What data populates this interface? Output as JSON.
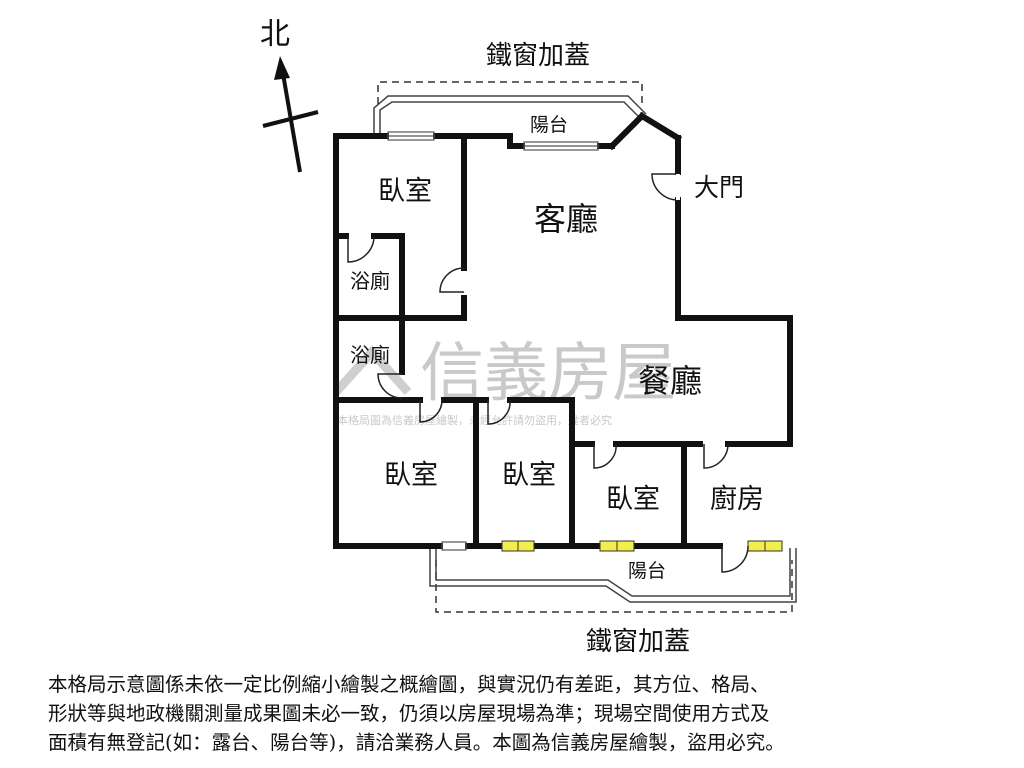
{
  "north_label": "北",
  "labels": {
    "cover_top": "鐵窗加蓋",
    "cover_bottom": "鐵窗加蓋",
    "balcony_top": "陽台",
    "balcony_bottom": "陽台",
    "main_door": "大門",
    "living_room": "客廳",
    "dining_room": "餐廳",
    "bedroom_nw": "臥室",
    "bath_upper": "浴廁",
    "bath_lower": "浴廁",
    "bedroom_sw": "臥室",
    "bedroom_s": "臥室",
    "bedroom_se": "臥室",
    "kitchen": "廚房"
  },
  "watermark": {
    "brand": "信義房屋",
    "notice": "本格局圖為信義房屋繪製，未經允許請勿盜用，違者必究"
  },
  "disclaimer": [
    "本格局示意圖係未依一定比例縮小繪製之概繪圖，與實況仍有差距，其方位、格局、",
    "形狀等與地政機關測量成果圖未必一致，仍須以房屋現場為準；現場空間使用方式及",
    "面積有無登記(如：露台、陽台等)，請洽業務人員。本圖為信義房屋繪製，盜用必究。"
  ]
}
